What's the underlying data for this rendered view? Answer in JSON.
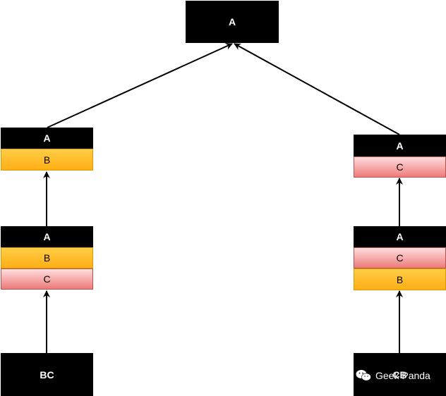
{
  "nodes": {
    "top": {
      "a": "A"
    },
    "left_mid": {
      "a": "A",
      "b": "B"
    },
    "left_low": {
      "a": "A",
      "b": "B",
      "c": "C"
    },
    "left_bottom": {
      "label": "BC"
    },
    "right_mid": {
      "a": "A",
      "c": "C"
    },
    "right_low": {
      "a": "A",
      "c": "C",
      "b": "B"
    },
    "right_bottom": {
      "label": "CB"
    }
  },
  "watermark": {
    "text": "Geek Panda",
    "icon": "wechat-icon"
  },
  "colors": {
    "black": "#000000",
    "orange": "#ffb31f",
    "red": "#f19c9c"
  }
}
